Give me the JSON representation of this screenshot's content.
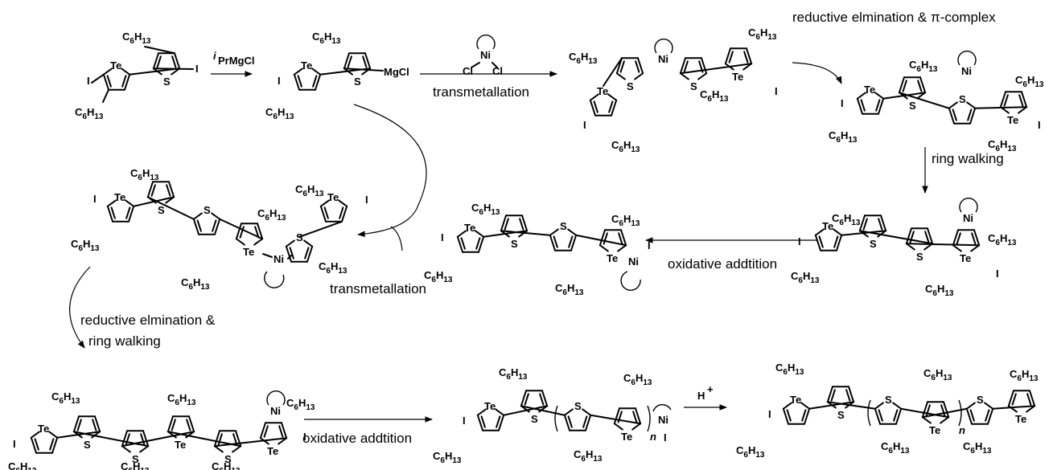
{
  "labels": {
    "grignard_reagent": "PrMgCl",
    "grignard_prefix": "i",
    "transmetallation_1": "transmetallation",
    "reductive_complex": "reductive elmination & π-complex",
    "ring_walking_1": "ring walking",
    "oxidative_addition_1": "oxidative addtition",
    "transmetallation_2": "transmetallation",
    "reductive_ring_1": "reductive elmination &",
    "reductive_ring_2": "ring walking",
    "oxidative_addition_2": "oxidative addtition",
    "acid": "H",
    "acid_charge": "+"
  },
  "atoms": {
    "te": "Te",
    "s": "S",
    "i": "I",
    "ni": "Ni",
    "cl": "Cl",
    "mgcl": "MgCl",
    "hexyl_c": "C",
    "hexyl_c_count": "6",
    "hexyl_h": "H",
    "hexyl_h_count": "13",
    "repeat_n": "n"
  }
}
